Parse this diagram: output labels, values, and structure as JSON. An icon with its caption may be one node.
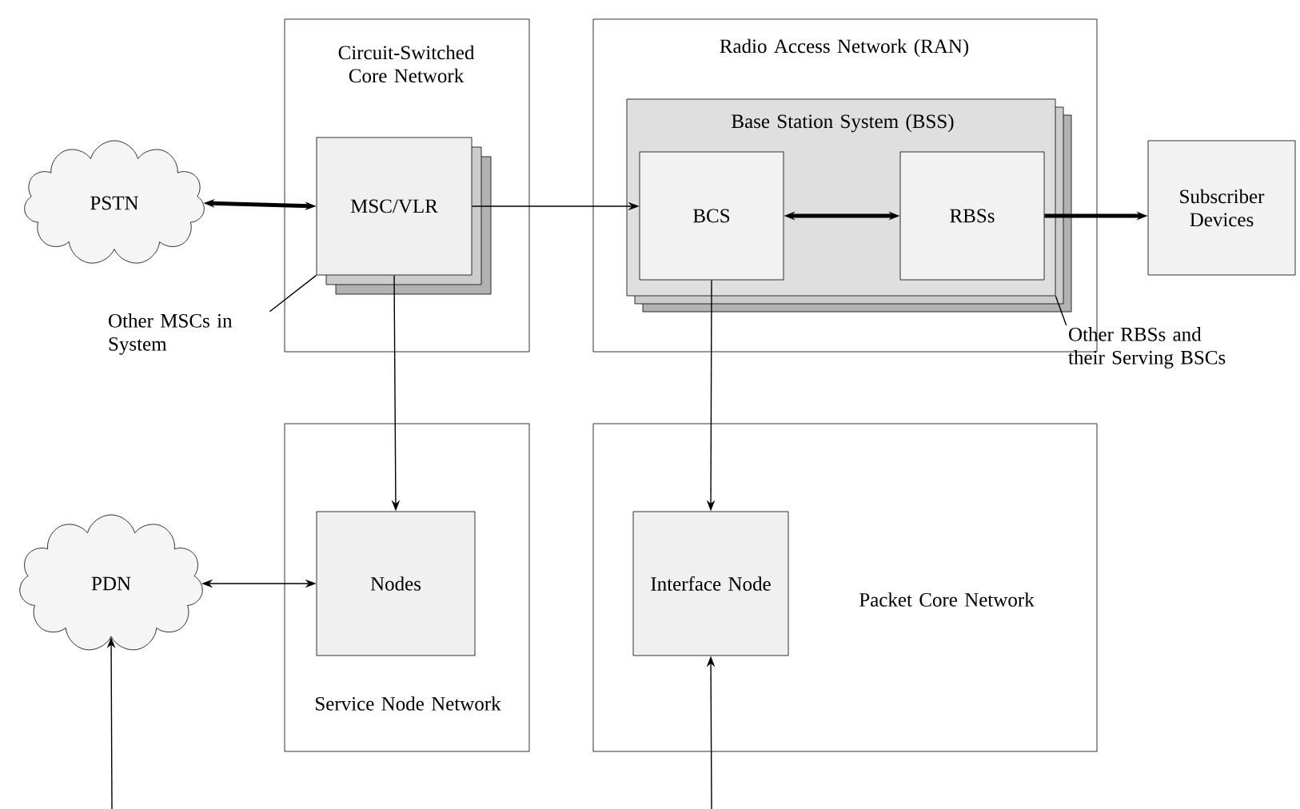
{
  "diagram": {
    "nodes": [
      {
        "text": [
          "Circuit-Switched Core Network"
        ]
      },
      {
        "text": [
          "MSC/VLR"
        ],
        "in": 0
      },
      {
        "text": [
          "PSTN"
        ]
      },
      {
        "text": [
          "Radio Access Network (RAN)"
        ]
      },
      {
        "text": [
          "Base Station System (BSS)"
        ],
        "in": 3
      },
      {
        "text": [
          "BCS"
        ],
        "in": 4
      },
      {
        "text": [
          "RBSs"
        ],
        "in": 4
      },
      {
        "text": [
          "Subscriber Devices"
        ]
      },
      {
        "text": [
          "Service Node Network"
        ]
      },
      {
        "text": [
          "Nodes"
        ],
        "in": 8
      },
      {
        "text": [
          "PDN"
        ]
      },
      {
        "text": [
          "Packet Core Network"
        ]
      },
      {
        "text": [
          "Interface Node"
        ],
        "in": 11
      },
      {
        "text": [
          "Other MSCs in System"
        ]
      },
      {
        "text": [
          "Other RBSs and their Serving BSCs"
        ]
      }
    ],
    "edges": [
      {
        "from": 2,
        "to": 1,
        "arrow": "both",
        "style": "thick"
      },
      {
        "from": 1,
        "to": 5,
        "arrow": "to"
      },
      {
        "from": 5,
        "to": 6,
        "arrow": "both",
        "style": "thick"
      },
      {
        "from": 6,
        "to": 7,
        "arrow": "to",
        "style": "thick"
      },
      {
        "from": 1,
        "to": 9,
        "arrow": "to"
      },
      {
        "from": 5,
        "to": 12,
        "arrow": "to"
      },
      {
        "from": 10,
        "to": 9,
        "arrow": "both"
      },
      {
        "from": null,
        "to": 10,
        "arrow": "to"
      },
      {
        "from": null,
        "to": 12,
        "arrow": "to"
      },
      {
        "from": 13,
        "to": 1,
        "arrow": "none"
      },
      {
        "from": 14,
        "to": 4,
        "arrow": "none"
      }
    ]
  }
}
